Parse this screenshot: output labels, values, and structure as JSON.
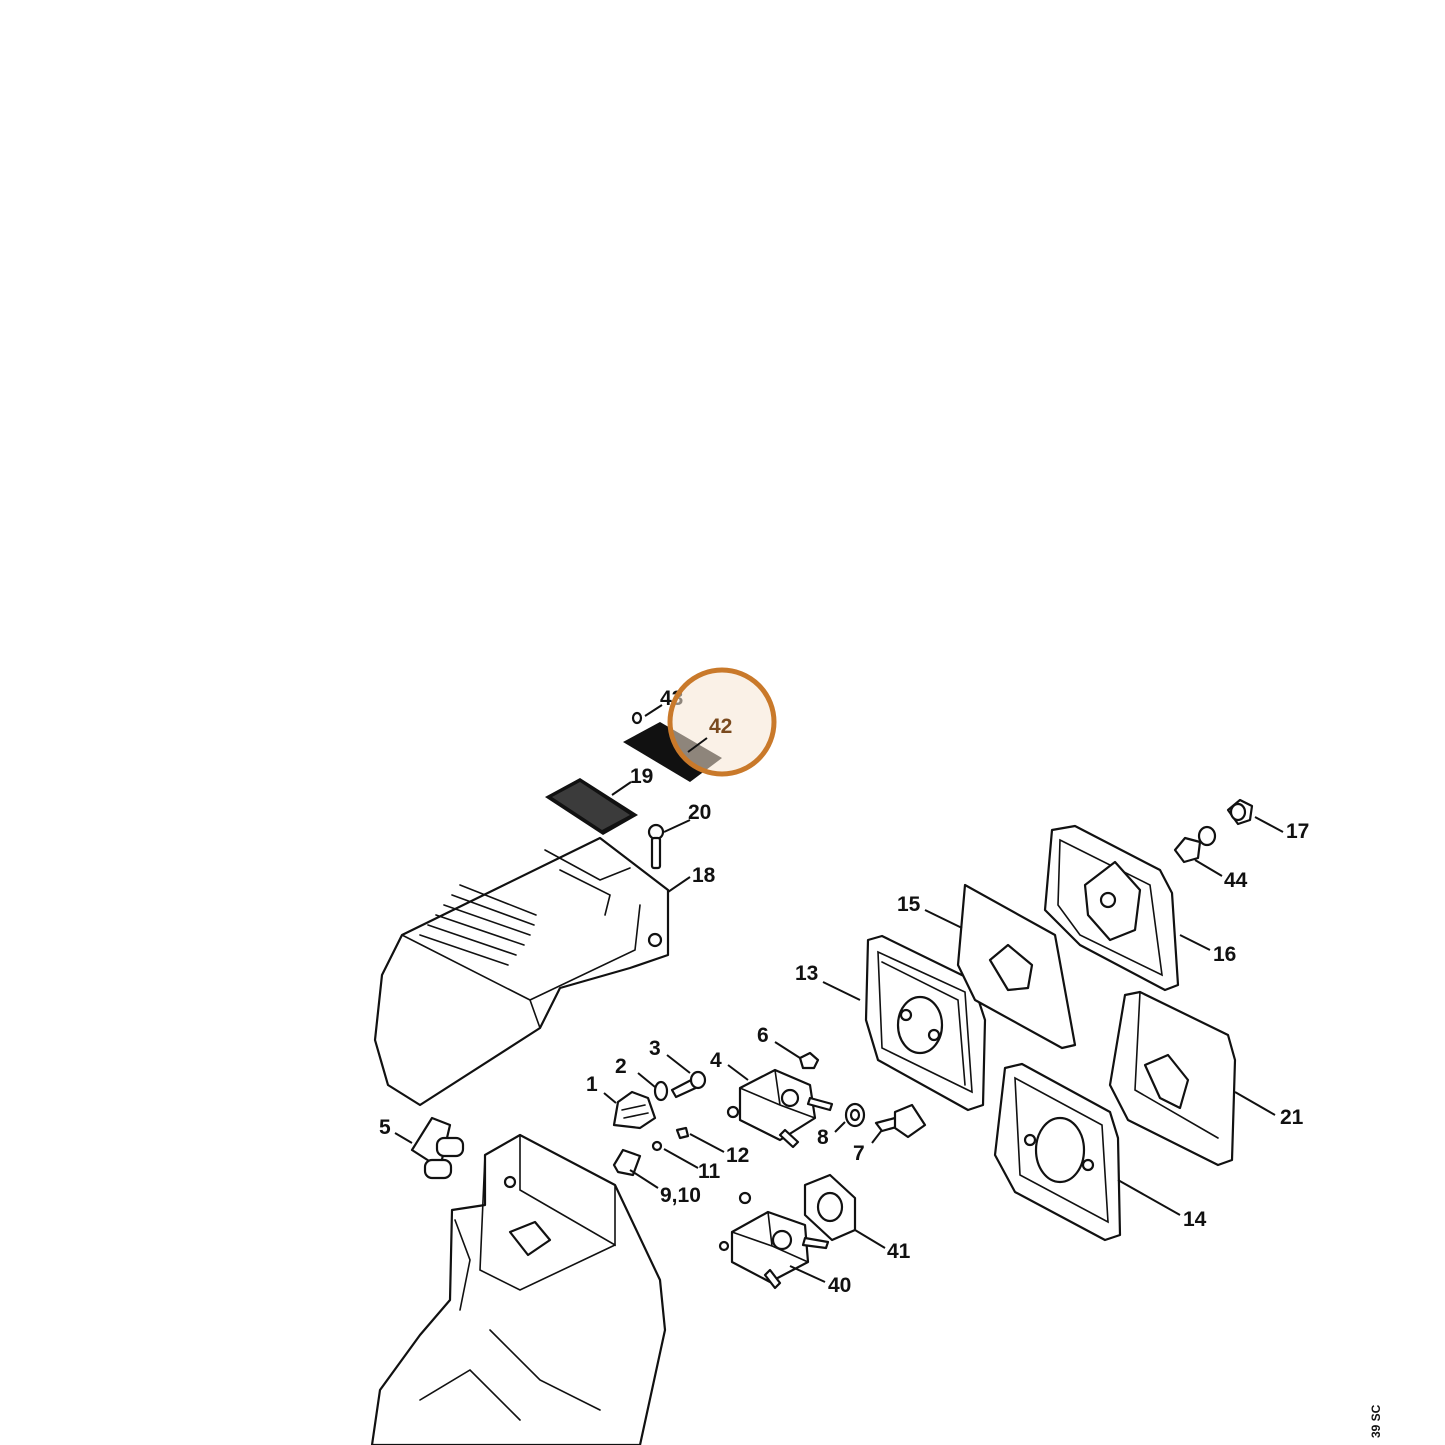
{
  "parts": {
    "p1": "1",
    "p2": "2",
    "p3": "3",
    "p4": "4",
    "p5": "5",
    "p6": "6",
    "p7": "7",
    "p8": "8",
    "p9_10": "9,10",
    "p11": "11",
    "p12": "12",
    "p13": "13",
    "p14": "14",
    "p15": "15",
    "p16": "16",
    "p17": "17",
    "p18": "18",
    "p19": "19",
    "p20": "20",
    "p21": "21",
    "p40": "40",
    "p41": "41",
    "p43": "43",
    "p44": "44"
  },
  "highlight": {
    "label": "42",
    "color": "#c9792a"
  },
  "drawing_code": "39 SC"
}
